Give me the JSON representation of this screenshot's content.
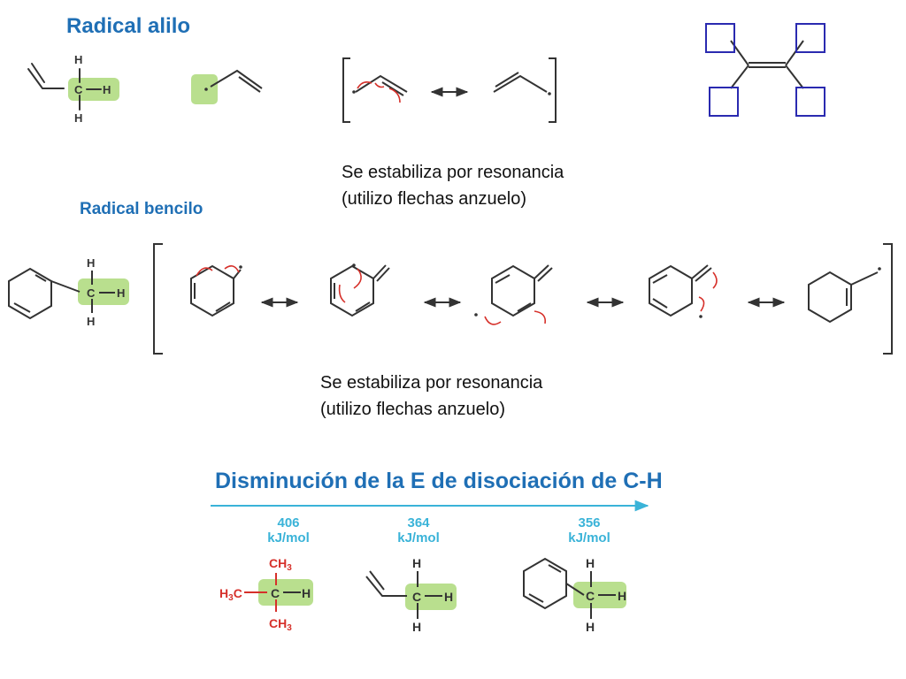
{
  "allyl": {
    "title": "Radical alilo",
    "note_line1": "Se estabiliza por resonancia",
    "note_line2": "(utilizo flechas anzuelo)"
  },
  "benzyl": {
    "title": "Radical bencilo",
    "note_line1": "Se estabiliza por resonancia",
    "note_line2": "(utilizo flechas anzuelo)"
  },
  "bde": {
    "title": "Disminución de la E de disociación de C-H",
    "values": [
      {
        "value": "406",
        "unit": "kJ/mol"
      },
      {
        "value": "364",
        "unit": "kJ/mol"
      },
      {
        "value": "356",
        "unit": "kJ/mol"
      }
    ]
  },
  "atoms": {
    "h": "H",
    "c": "C",
    "ch3": "CH",
    "sub3": "3",
    "h3c": "H",
    "c_suffix": "C"
  },
  "colors": {
    "title": "#1f6fb5",
    "energy": "#3ab3d8",
    "highlight": "#b9df8e",
    "arrow_red": "#d6302a",
    "square_blue": "#2a2ab0",
    "methyl_red": "#d6302a"
  }
}
